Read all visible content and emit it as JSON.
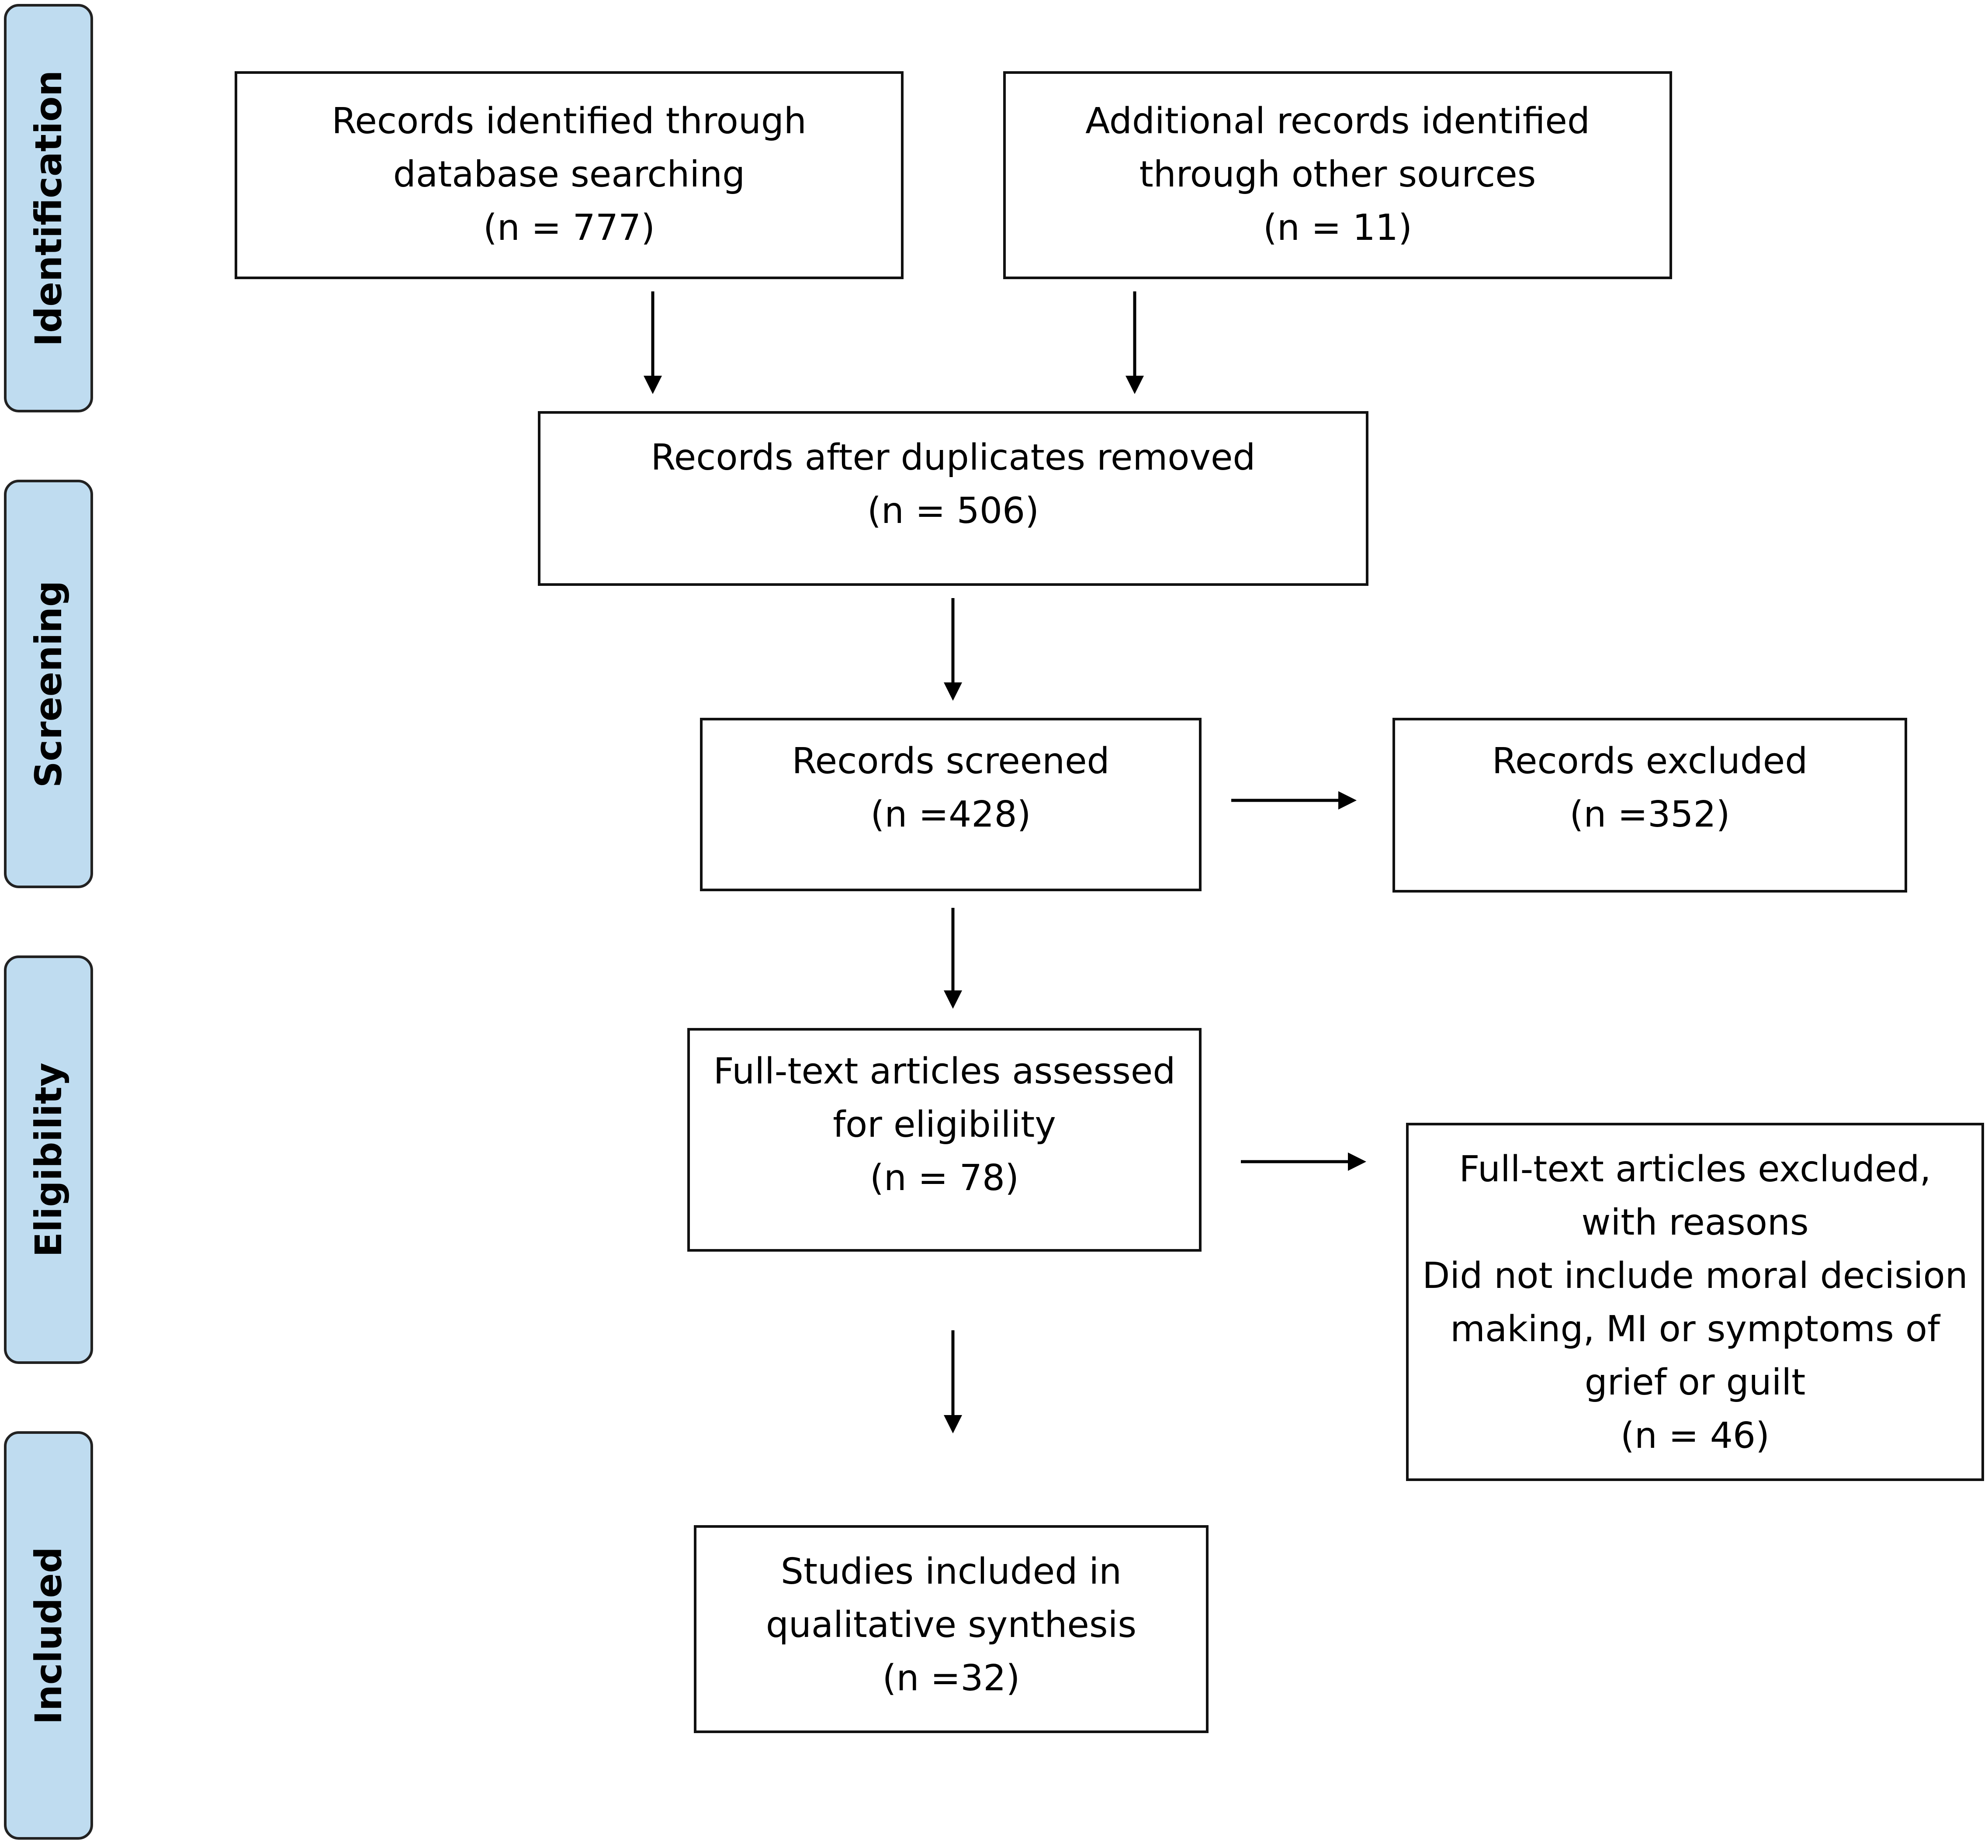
{
  "phases": [
    {
      "label": "Identification"
    },
    {
      "label": "Screening"
    },
    {
      "label": "Eligibility"
    },
    {
      "label": "Included"
    }
  ],
  "boxes": {
    "database_records": {
      "lines": [
        "Records identified through",
        "database searching",
        "(n = 777)"
      ]
    },
    "other_sources": {
      "lines": [
        "Additional records identified",
        "through other sources",
        "(n = 11)"
      ]
    },
    "duplicates_removed": {
      "lines": [
        "Records after duplicates removed",
        "(n = 506)"
      ]
    },
    "screened": {
      "lines": [
        "Records screened",
        "(n =428)"
      ]
    },
    "excluded": {
      "lines": [
        "Records excluded",
        "(n =352)"
      ]
    },
    "fulltext_assessed": {
      "lines": [
        "Full-text articles assessed",
        "for eligibility",
        "(n = 78)"
      ]
    },
    "fulltext_excluded": {
      "lines": [
        "Full-text articles excluded,",
        "with reasons",
        "Did not include moral decision",
        "making, MI or symptoms of",
        "grief or guilt",
        "(n = 46)"
      ]
    },
    "included": {
      "lines": [
        "Studies included in",
        "qualitative synthesis",
        "(n =32)"
      ]
    }
  },
  "colors": {
    "phase_fill": "#bfdcf0",
    "stroke": "#111111"
  }
}
